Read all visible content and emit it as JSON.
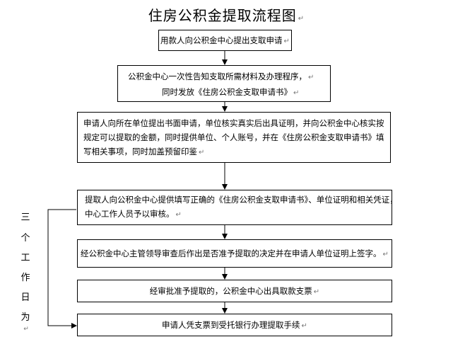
{
  "title": "住房公积金提取流程图",
  "steps": [
    {
      "lines": [
        "用款人向公积金中心提出支取申请"
      ]
    },
    {
      "lines": [
        "公积金中心一次性告知支取所需材料及办理程序，",
        "同时发放《住房公积金支取申请书》"
      ]
    },
    {
      "lines": [
        "申请人向所在单位提出书面申请，单位核实真实后出具证明，并向公积金中心核实按",
        "规定可以提取的金额，同时提供单位、个人账号，并在《住房公积金支取申请书》填",
        "写相关事项，同时加盖预留印鉴"
      ]
    },
    {
      "lines": [
        "提取人向公积金中心提供填写正确的《住房公积金支取申请书》、单位证明和相关凭证，",
        "中心工作人员予以审核。"
      ]
    },
    {
      "lines": [
        "经公积金中心主管领导审查后作出是否准予提取的决定并在申请人单位证明上签字。"
      ]
    },
    {
      "lines": [
        "经审批准予提取的，公积金中心出具取款支票"
      ]
    },
    {
      "lines": [
        "申请人凭支票到受托银行办理提取手续"
      ]
    }
  ],
  "side_note": [
    "三",
    "个",
    "工",
    "作",
    "日",
    "为"
  ]
}
